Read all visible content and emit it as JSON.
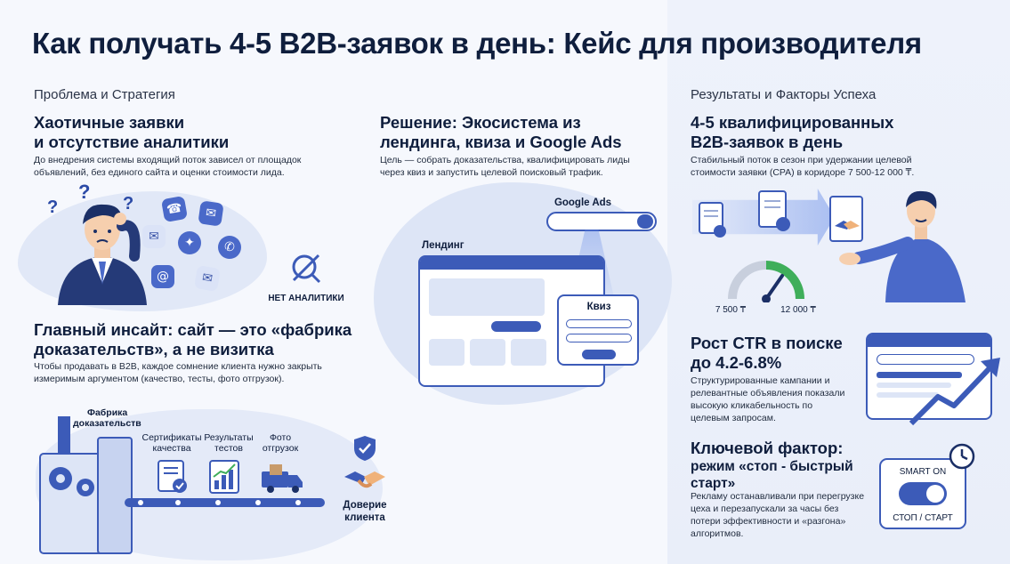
{
  "title": "Как получать 4-5 B2B-заявок в день: Кейс для производителя",
  "left": {
    "section_label": "Проблема и Стратегия",
    "problem": {
      "heading_line1": "Хаотичные заявки",
      "heading_line2": "и отсутствие аналитики",
      "text_line1": "До внедрения системы входящий поток зависел от площадок",
      "text_line2": "объявлений, без единого сайта и оценки стоимости лида.",
      "no_analytics_label": "НЕТ АНАЛИТИКИ"
    },
    "insight": {
      "heading_line1": "Главный инсайт: сайт — это «фабрика",
      "heading_line2": "доказательств», а не визитка",
      "text_line1": "Чтобы продавать в B2B, каждое сомнение клиента нужно закрыть",
      "text_line2": "измеримым аргументом (качество, тесты, фото отгрузок).",
      "factory_label_line1": "Фабрика",
      "factory_label_line2": "доказательств",
      "items": [
        {
          "line1": "Сертификаты",
          "line2": "качества"
        },
        {
          "line1": "Результаты",
          "line2": "тестов"
        },
        {
          "line1": "Фото",
          "line2": "отгрузок"
        }
      ],
      "trust_line1": "Доверие",
      "trust_line2": "клиента"
    }
  },
  "middle": {
    "solution": {
      "heading_line1": "Решение: Экосистема из",
      "heading_line2": "лендинга, квиза и Google Ads",
      "text_line1": "Цель — собрать доказательства, квалифицировать лиды",
      "text_line2": "через квиз и запустить целевой поисковый трафик."
    },
    "google_ads_label": "Google Ads",
    "landing_label": "Лендинг",
    "quiz_label": "Квиз"
  },
  "right": {
    "section_label": "Результаты и Факторы Успеха",
    "results": {
      "heading_line1": "4-5 квалифицированных",
      "heading_line2": "B2B-заявок в день",
      "text_line1": "Стабильный поток в сезон при удержании целевой",
      "text_line2": "стоимости заявки (CPA) в коридоре 7 500-12 000 ₸.",
      "gauge_min": "7 500 ₸",
      "gauge_max": "12 000 ₸"
    },
    "ctr": {
      "heading_line1": "Рост CTR в поиске",
      "heading_line2": "до 4.2-6.8%",
      "text_line1": "Структурированные кампании и",
      "text_line2": "релевантные объявления показали",
      "text_line3": "высокую кликабельность по",
      "text_line4": "целевым запросам."
    },
    "key": {
      "heading_line1": "Ключевой фактор:",
      "heading_line2": "режим «стоп - быстрый",
      "heading_line3": "старт»",
      "text_line1": "Рекламу останавливали при перегрузке",
      "text_line2": "цеха и перезапускали за часы без",
      "text_line3": "потери эффективности и «разгона»",
      "text_line4": "алгоритмов.",
      "toggle_top": "SMART ON",
      "toggle_bottom": "СТОП / СТАРТ"
    }
  },
  "colors": {
    "navy": "#0f1e3d",
    "accent": "#3c5bb8",
    "light_accent": "#dde5f6",
    "gauge_green": "#3fae5a"
  }
}
